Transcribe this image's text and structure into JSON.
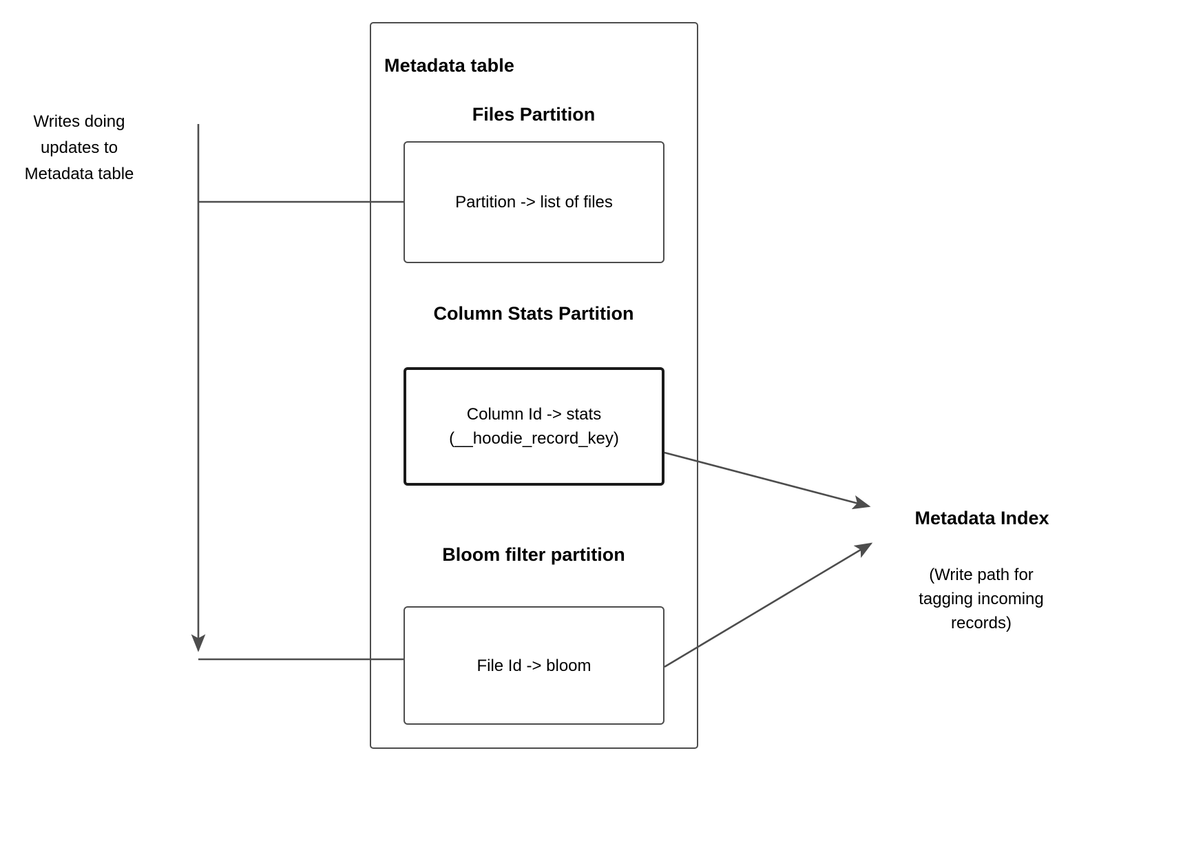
{
  "diagram": {
    "title": "Hudi Metadata table partitions and metadata index write path",
    "colors": {
      "stroke": "#4d4d4d",
      "stroke_emphasis": "#1a1a1a",
      "arrow_fill": "#4d4d4d",
      "text": "#000000",
      "background": "#ffffff"
    },
    "left_label": "Writes doing\nupdates to\nMetadata table",
    "outer_container": {
      "label": "Metadata table"
    },
    "sections": [
      {
        "heading": "Files Partition",
        "box_text": "Partition -> list of files",
        "emphasis": false
      },
      {
        "heading": "Column Stats\nPartition",
        "box_text": "Column Id  -> stats\n(__hoodie_record_key)",
        "emphasis": true
      },
      {
        "heading": "Bloom filter\npartition",
        "box_text": "File Id -> bloom",
        "emphasis": false
      }
    ],
    "right_node": {
      "title": "Metadata Index",
      "caption": "(Write path for\ntagging incoming\nrecords)"
    }
  }
}
